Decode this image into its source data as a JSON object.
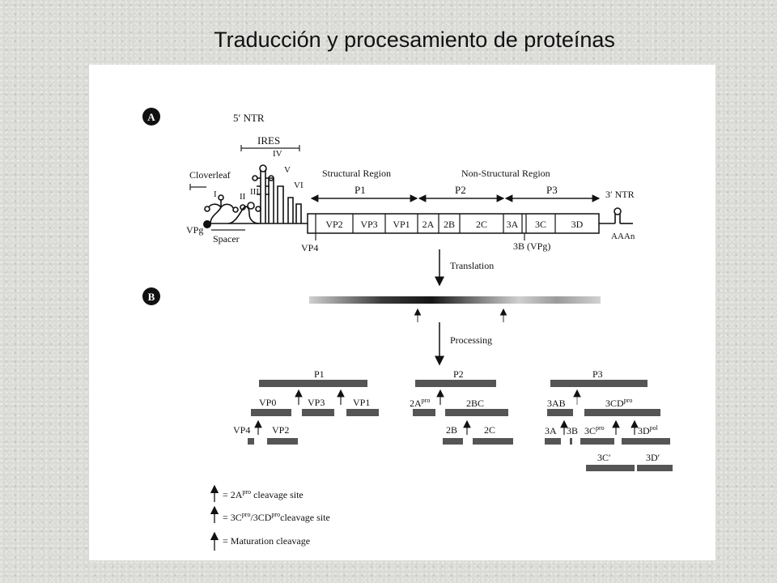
{
  "slide": {
    "title": "Traducción y procesamiento de proteínas"
  },
  "panel_a": {
    "badge": "A",
    "ntr5": "5′ NTR",
    "ires": "IRES",
    "cloverleaf": "Cloverleaf",
    "vpg": "VPg",
    "spacer": "Spacer",
    "roman": [
      "I",
      "II",
      "III",
      "IV",
      "V",
      "VI"
    ],
    "structural_region": "Structural Region",
    "nonstructural_region": "Non-Structural Region",
    "p1": "P1",
    "p2": "P2",
    "p3": "P3",
    "ntr3": "3′ NTR",
    "polyA": "AAAn",
    "segments": [
      "VP2",
      "VP3",
      "VP1",
      "2A",
      "2B",
      "2C",
      "3A",
      "3C",
      "3D"
    ],
    "vp4": "VP4",
    "threeB": "3B (VPg)",
    "translation": "Translation"
  },
  "panel_b": {
    "badge": "B",
    "processing": "Processing",
    "p1": {
      "label": "P1",
      "row2": [
        "VP0",
        "VP3",
        "VP1"
      ],
      "row3": [
        "VP4",
        "VP2"
      ]
    },
    "p2": {
      "label": "P2",
      "row2": [
        "2A",
        "2BC"
      ],
      "row3": [
        "2B",
        "2C"
      ]
    },
    "p3": {
      "label": "P3",
      "row2": [
        "3AB",
        "3CD"
      ],
      "row3": [
        "3A",
        "3B",
        "3C",
        "3D"
      ],
      "row4": [
        "3C′",
        "3D′"
      ]
    },
    "sup_pro": "pro",
    "sup_pol": "pol"
  },
  "legend": {
    "items": [
      {
        "prefix": "= 2A",
        "sup": "pro",
        "suffix": " cleavage site"
      },
      {
        "prefix": "= 3C",
        "sup": "pro",
        "mid": "/3CD",
        "sup2": "pro",
        "suffix": "cleavage site"
      },
      {
        "prefix": "= Maturation cleavage"
      }
    ]
  }
}
